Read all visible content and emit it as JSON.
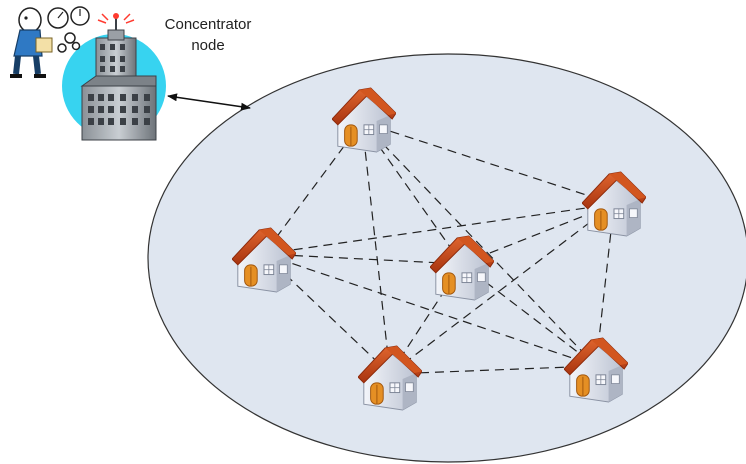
{
  "concentrator": {
    "label_line1": "Concentrator",
    "label_line2": "node",
    "icon": "office-building-icon",
    "operator_icon": "meter-reader-person-icon",
    "halo_color": "#37d3f0"
  },
  "network": {
    "fill_color": "#dfe6f0",
    "roof_color": "#c8441a",
    "wall_color": "#e2e6f0",
    "door_color": "#e58f24",
    "link_style": "dashed",
    "nodes": [
      {
        "id": "house-1",
        "icon": "house-icon"
      },
      {
        "id": "house-2",
        "icon": "house-icon"
      },
      {
        "id": "house-3",
        "icon": "house-icon"
      },
      {
        "id": "house-4",
        "icon": "house-icon"
      },
      {
        "id": "house-5",
        "icon": "house-icon"
      },
      {
        "id": "house-6",
        "icon": "house-icon"
      }
    ],
    "links": [
      [
        "house-1",
        "house-2"
      ],
      [
        "house-1",
        "house-3"
      ],
      [
        "house-1",
        "house-4"
      ],
      [
        "house-1",
        "house-5"
      ],
      [
        "house-1",
        "house-6"
      ],
      [
        "house-2",
        "house-3"
      ],
      [
        "house-2",
        "house-4"
      ],
      [
        "house-2",
        "house-5"
      ],
      [
        "house-2",
        "house-6"
      ],
      [
        "house-3",
        "house-4"
      ],
      [
        "house-3",
        "house-5"
      ],
      [
        "house-3",
        "house-6"
      ],
      [
        "house-4",
        "house-5"
      ],
      [
        "house-4",
        "house-6"
      ],
      [
        "house-5",
        "house-6"
      ]
    ],
    "uplink": {
      "from": "concentrator",
      "to": "network",
      "arrows": "both"
    }
  }
}
